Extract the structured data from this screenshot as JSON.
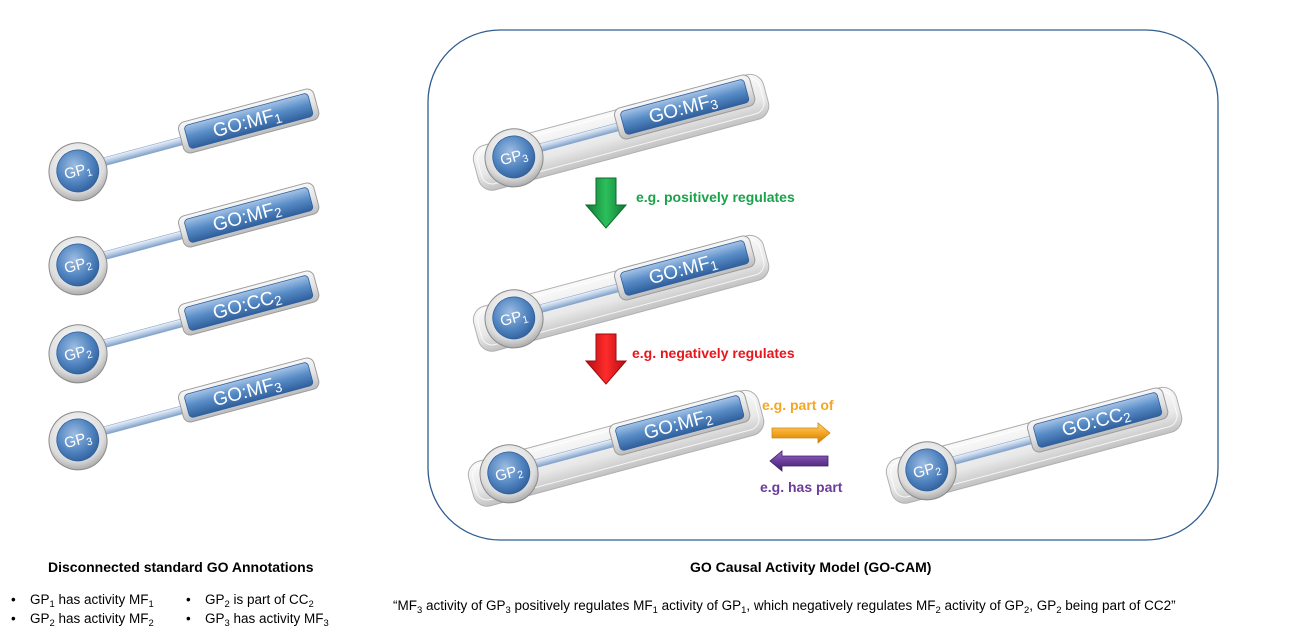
{
  "left_panel": {
    "widgets": [
      {
        "gp": "GP",
        "gp_sub": "1",
        "go": "GO:MF",
        "go_sub": "1"
      },
      {
        "gp": "GP",
        "gp_sub": "2",
        "go": "GO:MF",
        "go_sub": "2"
      },
      {
        "gp": "GP",
        "gp_sub": "2",
        "go": "GO:CC",
        "go_sub": "2"
      },
      {
        "gp": "GP",
        "gp_sub": "3",
        "go": "GO:MF",
        "go_sub": "3"
      }
    ],
    "caption": "Disconnected standard GO Annotations",
    "bullets": [
      [
        {
          "t": "GP"
        },
        {
          "s": "1"
        },
        {
          "t": " has activity MF"
        },
        {
          "s": "1"
        }
      ],
      [
        {
          "t": "GP"
        },
        {
          "s": "2"
        },
        {
          "t": " is part of CC"
        },
        {
          "s": "2"
        }
      ],
      [
        {
          "t": "GP"
        },
        {
          "s": "2"
        },
        {
          "t": " has activity MF"
        },
        {
          "s": "2"
        }
      ],
      [
        {
          "t": "GP"
        },
        {
          "s": "3"
        },
        {
          "t": " has activity MF"
        },
        {
          "s": "3"
        }
      ]
    ]
  },
  "right_panel": {
    "widgets": [
      {
        "gp": "GP",
        "gp_sub": "3",
        "go": "GO:MF",
        "go_sub": "3"
      },
      {
        "gp": "GP",
        "gp_sub": "1",
        "go": "GO:MF",
        "go_sub": "1"
      },
      {
        "gp": "GP",
        "gp_sub": "2",
        "go": "GO:MF",
        "go_sub": "2"
      },
      {
        "gp": "GP",
        "gp_sub": "2",
        "go": "GO:CC",
        "go_sub": "2"
      }
    ],
    "relations": {
      "positively_regulates": "e.g. positively regulates",
      "negatively_regulates": "e.g. negatively regulates",
      "part_of": "e.g. part of",
      "has_part": "e.g. has part"
    },
    "caption": "GO Causal Activity Model (GO-CAM)",
    "quote": [
      {
        "t": "“MF"
      },
      {
        "s": "3"
      },
      {
        "t": " activity of GP"
      },
      {
        "s": "3"
      },
      {
        "t": " positively regulates MF"
      },
      {
        "s": "1"
      },
      {
        "t": " activity of GP"
      },
      {
        "s": "1"
      },
      {
        "t": ", which negatively regulates MF"
      },
      {
        "s": "2"
      },
      {
        "t": " activity of GP"
      },
      {
        "s": "2"
      },
      {
        "t": ", GP"
      },
      {
        "s": "2"
      },
      {
        "t": " being part of CC2”"
      }
    ]
  },
  "colors": {
    "green_arrow": "#1aa04a",
    "red_arrow": "#e8151b",
    "orange_arrow": "#f5a623",
    "purple_arrow": "#6a3d9a",
    "positively_text": "#19a24a",
    "negatively_text": "#e8151b",
    "part_of_text": "#f5a623",
    "has_part_text": "#6a3d9a",
    "box_border": "#2f5d8f",
    "pill_blue": "#4b80b8"
  }
}
